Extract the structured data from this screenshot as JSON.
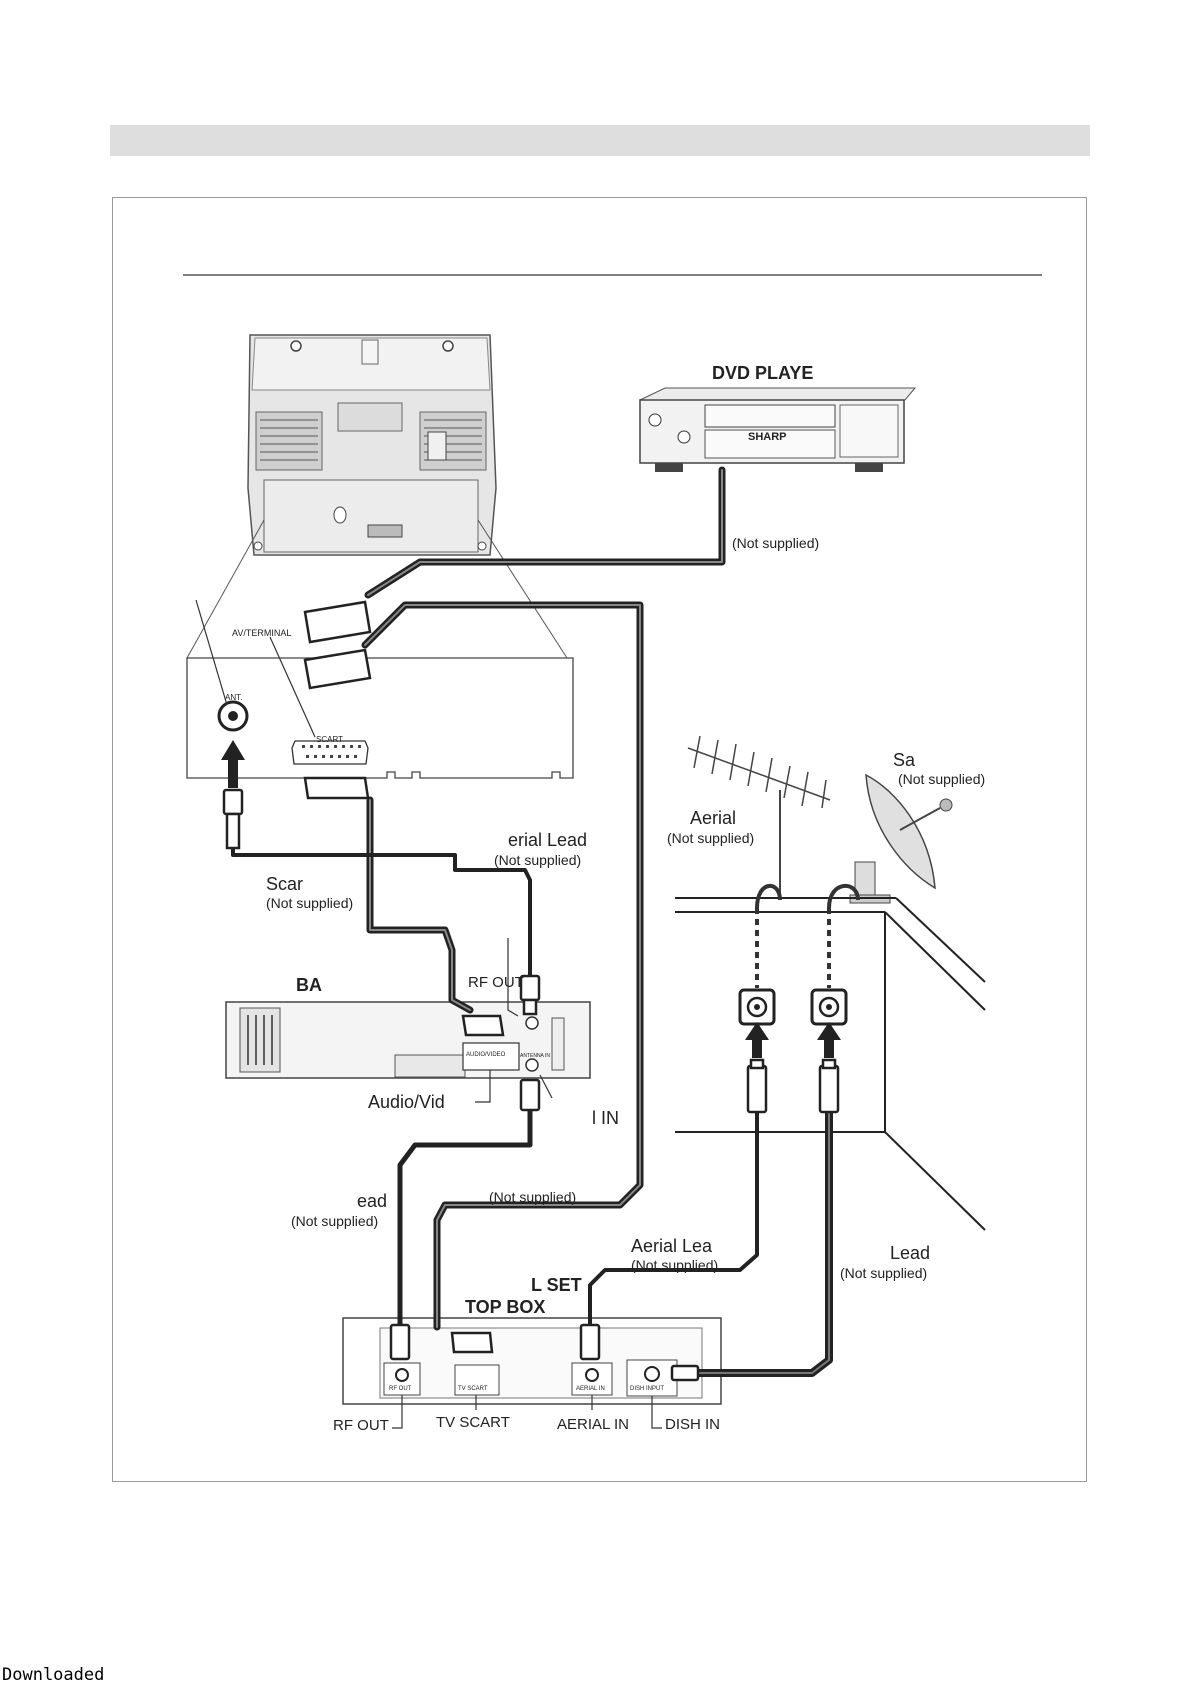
{
  "labels": {
    "dvd_player": "DVD PLAYE",
    "dvd_not_supplied": "(Not supplied)",
    "av_terminal": "AV/TERMINAL",
    "ant": "ANT.",
    "scart": "SCART",
    "satellite": "Sa",
    "satellite_not_supplied": "(Not supplied)",
    "aerial": "Aerial",
    "aerial_not_supplied": "(Not supplied)",
    "aerial_lead_top": "erial Lead",
    "aerial_lead_top_not_supplied": "(Not supplied)",
    "scart_lead": "Scar",
    "scart_lead_not_supplied": "(Not supplied)",
    "vcr": "BA",
    "rf_out_vcr": "RF OUT",
    "audio_video": "Audio/Vid",
    "in_label": "l IN",
    "lead_left": "ead",
    "lead_left_not_supplied": "(Not supplied)",
    "center_not_supplied": "(Not supplied)",
    "aerial_lead_bottom": "Aerial Lea",
    "aerial_lead_bottom_not_supplied": "(Not supplied)",
    "lead_right": "Lead",
    "lead_right_not_supplied": "(Not supplied)",
    "stb_line1": "L SET",
    "stb_line2": "TOP BOX",
    "rf_out_stb": "RF OUT",
    "tv_scart": "TV SCART",
    "aerial_in": "AERIAL IN",
    "dish_in": "DISH IN",
    "dvd_brand": "SHARP",
    "vcr_port_audio_video": "AUDIO/VIDEO",
    "vcr_port_antenna": "ANTENNA IN",
    "stb_port_rf_out": "RF OUT",
    "stb_port_tv_scart": "TV SCART",
    "stb_port_aerial_in": "AERIAL IN",
    "stb_port_dish_input": "DISH INPUT"
  },
  "footer": {
    "text": "Downloaded"
  }
}
